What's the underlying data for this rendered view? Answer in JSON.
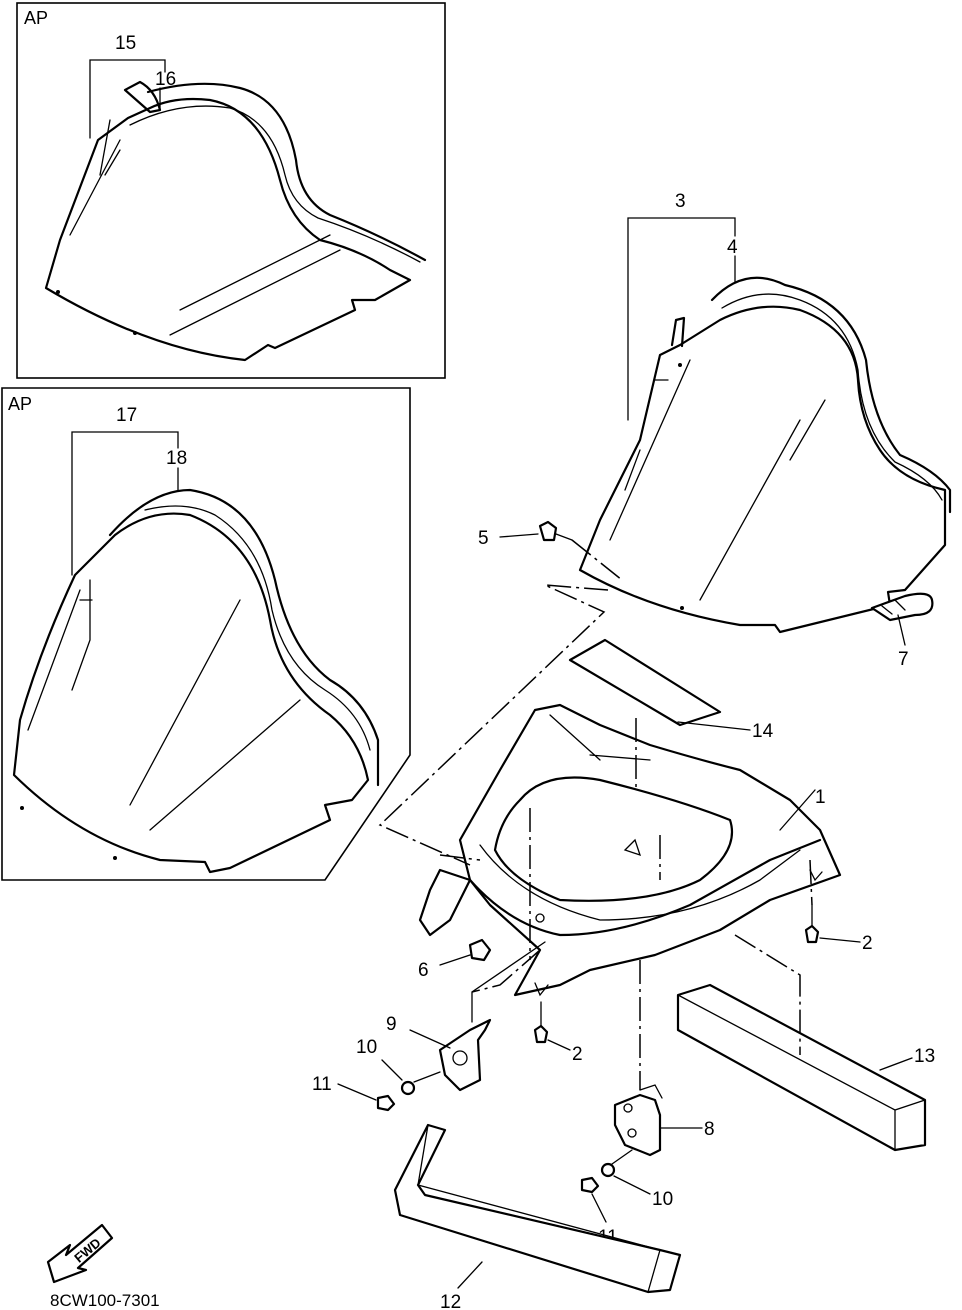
{
  "inset_tags": [
    "AP",
    "AP"
  ],
  "callouts": {
    "p1": "1",
    "p2a": "2",
    "p2b": "2",
    "p3": "3",
    "p4": "4",
    "p5": "5",
    "p6": "6",
    "p7": "7",
    "p8": "8",
    "p9": "9",
    "p10a": "10",
    "p10b": "10",
    "p11a": "11",
    "p11b": "11",
    "p12": "12",
    "p13": "13",
    "p14": "14",
    "p15": "15",
    "p16": "16",
    "p17": "17",
    "p18": "18"
  },
  "direction_arrow": "FWD",
  "diagram_code": "8CW100-7301"
}
